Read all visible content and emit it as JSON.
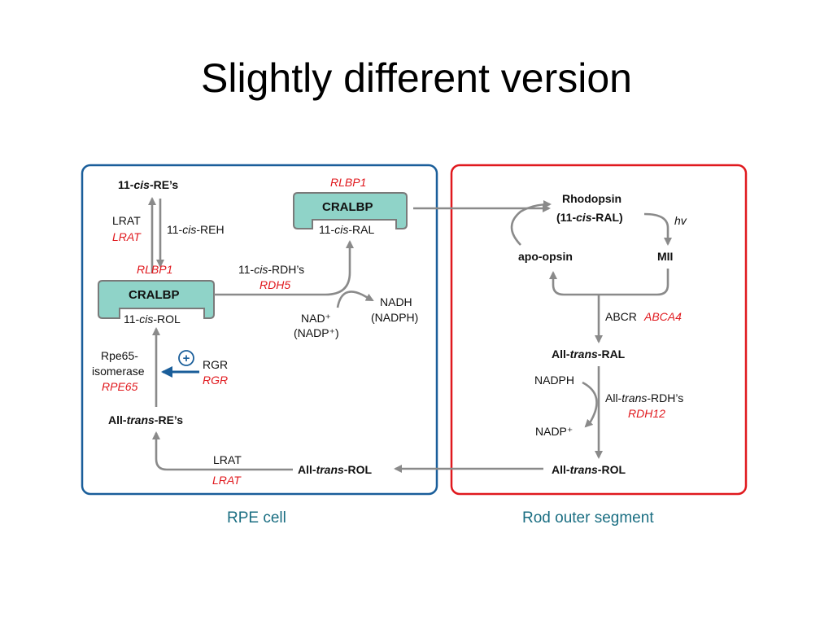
{
  "slide": {
    "title": "Slightly different version"
  },
  "panels": {
    "rpe": {
      "caption": "RPE cell",
      "border_color": "#1a5e9a"
    },
    "ros": {
      "caption": "Rod outer segment",
      "border_color": "#e0191e"
    }
  },
  "colors": {
    "cralbp_fill": "#8fd3c8",
    "gene_red": "#e0191e",
    "arrow_gray": "#8a8a8a",
    "rgr_blue": "#1a5e9a"
  },
  "rpe": {
    "cis_re": {
      "prefix": "11-",
      "italic": "cis",
      "suffix": "-RE’s"
    },
    "lrat_top": {
      "enzyme": "LRAT",
      "gene": "LRAT"
    },
    "reh": {
      "prefix": "11-",
      "italic": "cis",
      "suffix": "-REH"
    },
    "cralbp_left": {
      "gene": "RLBP1",
      "label": "CRALBP",
      "ligand_prefix": "11-",
      "ligand_italic": "cis",
      "ligand_suffix": "-ROL"
    },
    "cralbp_right": {
      "gene": "RLBP1",
      "label": "CRALBP",
      "ligand_prefix": "11-",
      "ligand_italic": "cis",
      "ligand_suffix": "-RAL"
    },
    "rdh": {
      "prefix": "11-",
      "italic": "cis",
      "suffix": "-RDH’s",
      "gene": "RDH5"
    },
    "nad": {
      "line1": "NAD⁺",
      "line2": "(NADP⁺)"
    },
    "nadh": {
      "line1": "NADH",
      "line2": "(NADPH)"
    },
    "isomerase": {
      "line1": "Rpe65-",
      "line2": "isomerase",
      "gene": "RPE65"
    },
    "rgr": {
      "sign": "+",
      "enzyme": "RGR",
      "gene": "RGR"
    },
    "trans_re": {
      "prefix": "All-",
      "italic": "trans",
      "suffix": "-RE’s"
    },
    "lrat_bottom": {
      "enzyme": "LRAT",
      "gene": "LRAT"
    },
    "trans_rol_left": {
      "prefix": "All-",
      "italic": "trans",
      "suffix": "-ROL"
    }
  },
  "ros": {
    "rhodopsin": {
      "line1": "Rhodopsin",
      "line2_prefix": "(11-",
      "line2_italic": "cis",
      "line2_suffix": "-RAL)"
    },
    "hv": "hv",
    "apo_opsin": "apo-opsin",
    "mii": "MII",
    "abcr": {
      "enzyme": "ABCR",
      "gene": "ABCA4"
    },
    "trans_ral": {
      "prefix": "All-",
      "italic": "trans",
      "suffix": "-RAL"
    },
    "nadph": "NADPH",
    "nadp": "NADP⁺",
    "rdh": {
      "prefix": "All-",
      "italic": "trans",
      "suffix": "-RDH’s",
      "gene": "RDH12"
    },
    "trans_rol": {
      "prefix": "All-",
      "italic": "trans",
      "suffix": "-ROL"
    }
  }
}
